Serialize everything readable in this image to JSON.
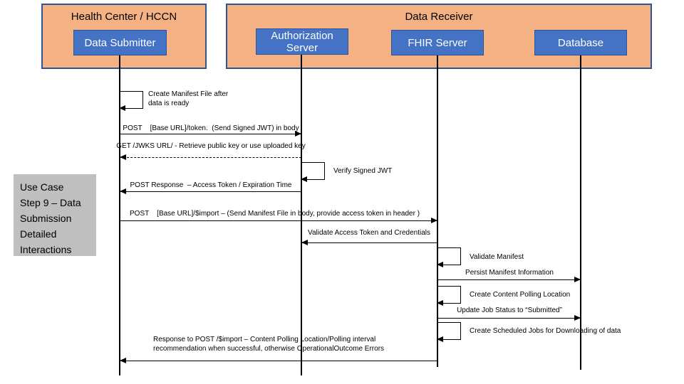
{
  "note": {
    "text": "Use Case\nStep 9 – Data\nSubmission\nDetailed\nInteractions"
  },
  "groups": {
    "left": {
      "title": "Health Center / HCCN",
      "actor": "Data Submitter"
    },
    "right": {
      "title": "Data Receiver",
      "actors": [
        "Authorization Server",
        "FHIR Server",
        "Database"
      ]
    }
  },
  "messages": {
    "create_manifest": "Create Manifest File after\ndata is ready",
    "post_token": "POST    [Base URL]/token.  (Send Signed JWT) in body",
    "get_jwks": "GET /JWKS URL/ - Retrieve public key or use uploaded key",
    "verify_jwt": "Verify Signed JWT",
    "post_response": "POST Response  – Access Token / Expiration Time",
    "post_import": "POST    [Base URL]/$import – (Send Manifest File in body, provide access token in header )",
    "validate_token": "Validate Access Token and Credentials",
    "validate_manifest": "Validate Manifest",
    "persist_manifest": "Persist Manifest Information",
    "create_polling": "Create Content Polling Location",
    "update_status": "Update Job Status to “Submitted”",
    "create_jobs": "Create Scheduled Jobs for Downloading of data",
    "import_response": "Response to POST /$import – Content Polling Location/Polling interval\nrecommendation  when successful, otherwise OperationalOutcome Errors"
  },
  "colors": {
    "group_fill": "#F4B183",
    "group_border": "#2F5597",
    "actor_fill": "#4472C4",
    "actor_border": "#2F5597",
    "note_fill": "#BFBFBF",
    "line": "#000000"
  }
}
